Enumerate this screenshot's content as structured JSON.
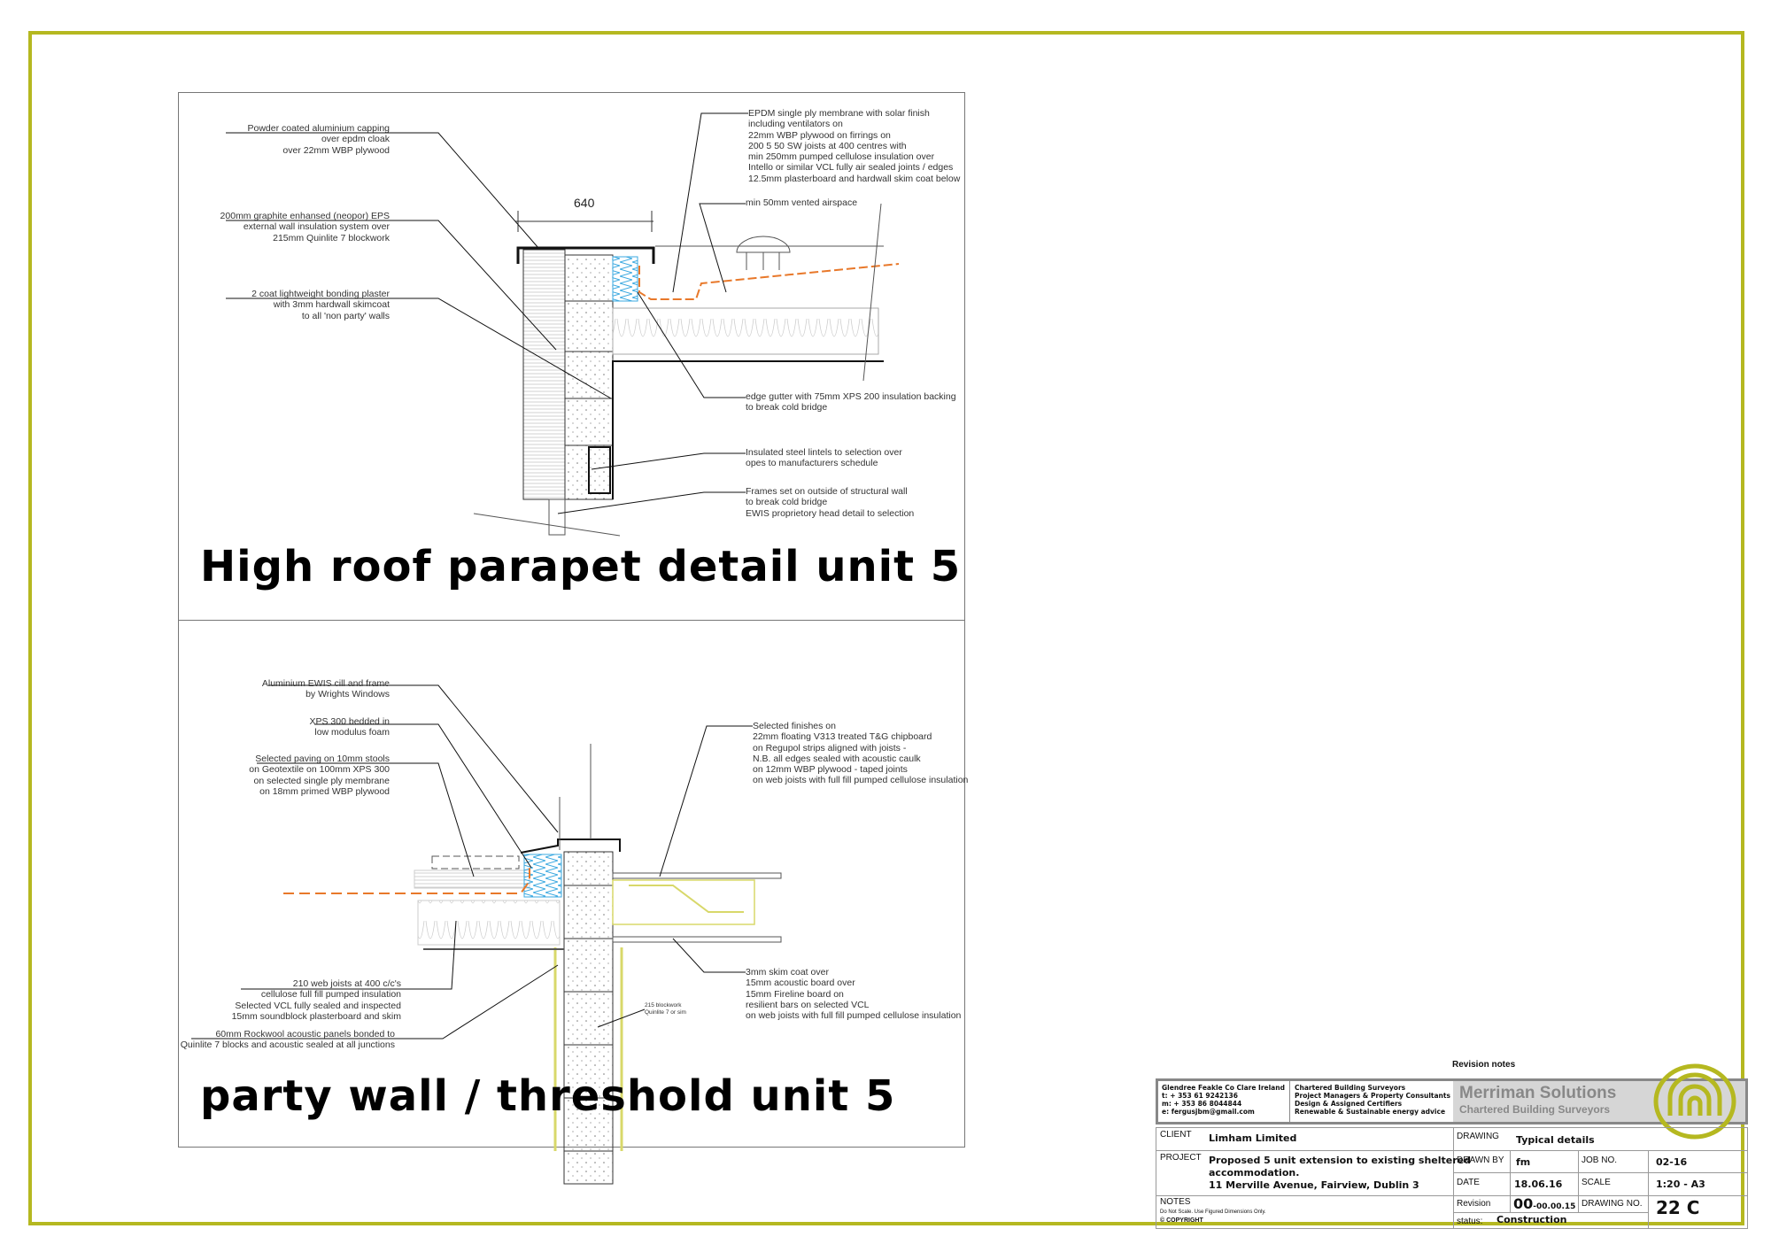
{
  "detail_top": {
    "title": "High roof parapet detail unit 5",
    "dimension": "640",
    "labels": {
      "capping": "Powder coated aluminium capping\nover epdm cloak\nover 22mm WBP plywood",
      "eps": "200mm graphite enhansed (neopor) EPS\nexternal wall insulation system over\n215mm Quinlite 7 blockwork",
      "plaster": "2 coat lightweight bonding plaster\nwith 3mm hardwall skimcoat\nto all 'non party' walls",
      "epdm": "EPDM single ply membrane with solar finish\n including ventilators  on\n22mm WBP plywood on firrings on\n200 5 50 SW joists at 400 centres with\nmin 250mm pumped cellulose insulation over\nIntello or similar VCL fully air sealed joints / edges\n12.5mm plasterboard and hardwall skim coat below",
      "airspace": "min 50mm vented airspace",
      "gutter": "edge gutter with 75mm XPS 200 insulation backing\nto break cold bridge",
      "lintels": "Insulated steel lintels to selection over\nopes to manufacturers schedule",
      "frames": "Frames set on outside of structural wall\nto break cold bridge\nEWIS proprietory head detail to selection"
    }
  },
  "detail_bottom": {
    "title": "party wall / threshold unit 5",
    "labels": {
      "cill": "Aluminium EWIS cill and frame\nby Wrights Windows",
      "xps": "XPS 300 bedded in\nlow modulus foam",
      "paving": "Selected paving on 10mm stools\non Geotextile on 100mm XPS 300\non selected single ply membrane\non 18mm primed WBP plywood",
      "finishes": "Selected finishes on\n22mm floating V313 treated T&G chipboard\non Regupol strips aligned with joists -\nN.B. all edges sealed with acoustic caulk\non 12mm WBP plywood - taped joints\non web joists with full fill pumped cellulose insulation",
      "joists": "210 web joists at 400 c/c's\ncellulose full fill pumped insulation\nSelected VCL fully sealed and inspected\n15mm soundblock plasterboard and skim",
      "rockwool": "60mm Rockwool acoustic panels bonded to\nQuinlite 7 blocks and acoustic sealed at all junctions",
      "skim": "3mm skim coat over\n15mm acoustic board over\n15mm Fireline board on\nresilient bars on selected VCL\non web joists with full fill pumped cellulose insulation",
      "blockwork": "215 blockwork\nQuinlite 7 or sim"
    }
  },
  "title_block": {
    "revision_notes": "Revision notes",
    "address": "Glendree Feakle Co Clare Ireland\nt: + 353 61 9242136\nm: + 353 86 8044844\ne: fergusjbm@gmail.com",
    "services": "Chartered Building Surveyors\nProject Managers & Property Consultants\nDesign & Assigned Certifiers\nRenewable & Sustainable energy advice",
    "company": "Merriman Solutions",
    "company_sub": "Chartered Building Surveyors",
    "client_label": "CLIENT",
    "client": "Limham Limited",
    "project_label": "PROJECT",
    "project": "Proposed 5 unit extension to existing sheltered\naccommodation.\n11 Merville Avenue, Fairview, Dublin 3",
    "notes_label": "NOTES",
    "notes": "Do Not Scale.  Use Figured Dimensions Only.",
    "copyright": "© COPYRIGHT",
    "drawing_label": "DRAWING",
    "drawing": "Typical details",
    "drawn_by_label": "DRAWN BY",
    "drawn_by": "fm",
    "job_no_label": "JOB NO.",
    "job_no": "02-16",
    "date_label": "DATE",
    "date": "18.06.16",
    "scale_label": "SCALE",
    "scale": "1:20 - A3",
    "revision_label": "Revision",
    "revision": "00",
    "revision_date": "-00.00.15",
    "drawing_no_label": "DRAWING NO.",
    "drawing_no": "22 C",
    "status_label": "status:",
    "status": "Construction"
  },
  "colors": {
    "border": "#b5b820",
    "membrane": "#e8782a",
    "insulation": "#3aa8e0",
    "acoustic": "#d8d86a"
  }
}
